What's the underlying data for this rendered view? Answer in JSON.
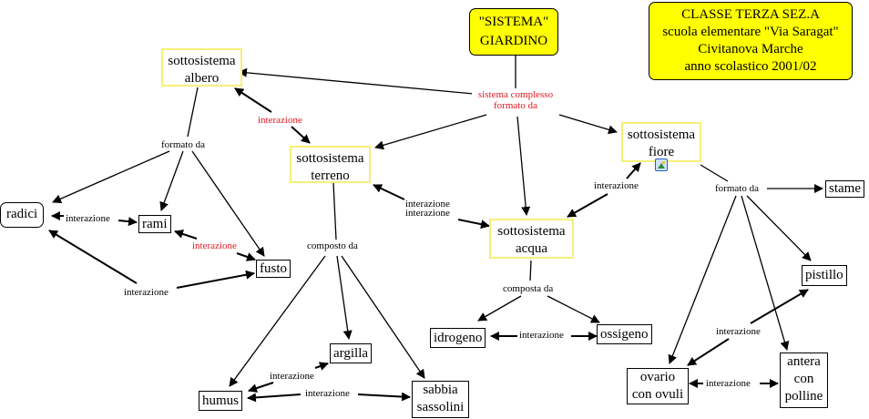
{
  "colors": {
    "title_fill": "#ffff00",
    "subsystem_border": "#f5f07a",
    "link_red": "#e0161f"
  },
  "nodes": {
    "giardino": "\"SISTEMA\"\nGIARDINO",
    "info": {
      "line1": "CLASSE TERZA SEZ.A",
      "line2": "scuola elementare \"Via Saragat\"",
      "line3": "Civitanova Marche",
      "line4": "anno scolastico 2001/02"
    },
    "albero": {
      "l1": "sottosistema",
      "l2": "albero"
    },
    "terreno": {
      "l1": "sottosistema",
      "l2": "terreno"
    },
    "fiore": {
      "l1": "sottosistema",
      "l2": "fiore"
    },
    "acqua": {
      "l1": "sottosistema",
      "l2": "acqua"
    },
    "radici": "radici",
    "rami": "rami",
    "fusto": "fusto",
    "argilla": "argilla",
    "humus": "humus",
    "sabbia": {
      "l1": "sabbia",
      "l2": "sassolini"
    },
    "idrogeno": "idrogeno",
    "ossigeno": "ossigeno",
    "stame": "stame",
    "pistillo": "pistillo",
    "ovario": {
      "l1": "ovario",
      "l2": "con ovuli"
    },
    "antera": {
      "l1": "antera",
      "l2": "con",
      "l3": "polline"
    }
  },
  "links": {
    "sistema_complesso": {
      "l1": "sistema complesso",
      "l2": "formato da"
    },
    "albero_formato": "formato da",
    "albero_terreno": "interazione",
    "radici_rami": "interazione",
    "rami_fusto": "interazione",
    "radici_fusto": "interazione",
    "terreno_composto": "composto da",
    "terreno_acqua": {
      "l1": "interazione",
      "l2": "interazione"
    },
    "humus_argilla": "interazione",
    "humus_sabbia": "interazione",
    "acqua_composta": "composta da",
    "idrogeno_ossigeno": "interazione",
    "acqua_fiore": "interazione",
    "fiore_formato": "formato da",
    "ovario_pistillo": "interazione",
    "ovario_antera": "interazione"
  },
  "icons": {
    "fiore_attachment": "image-icon"
  }
}
